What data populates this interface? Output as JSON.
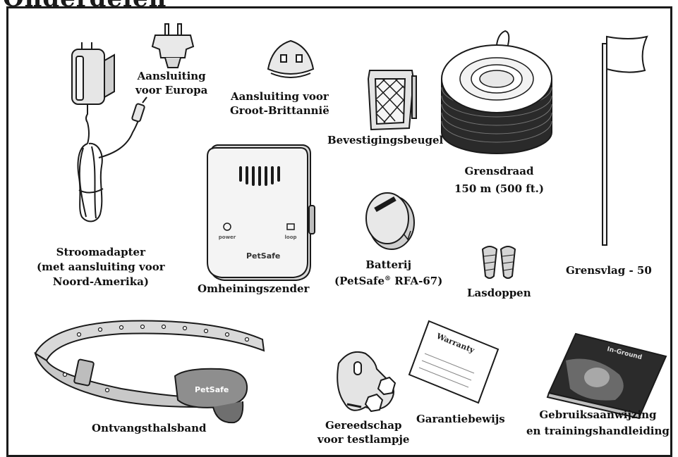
{
  "heading": "Onderdelen",
  "items": {
    "eu_plug": {
      "lines": [
        "Aansluiting",
        "voor Europa"
      ]
    },
    "uk_plug": {
      "lines": [
        "Aansluiting voor",
        "Groot-Brittannië"
      ]
    },
    "bracket": {
      "lines": [
        "Bevestigingsbeugel"
      ]
    },
    "wire": {
      "lines": [
        "Grensdraad",
        "150 m (500 ft.)"
      ]
    },
    "adapter": {
      "lines": [
        "Stroomadapter",
        "(met aansluiting voor",
        "Noord-Amerika)"
      ]
    },
    "transmitter": {
      "lines": [
        "Omheiningszender"
      ],
      "brand": "PetSafe",
      "power": "power",
      "loop": "loop"
    },
    "battery": {
      "name": "Batterij",
      "model_prefix": "(PetSafe",
      "reg": "®",
      "model_suffix": " RFA-67)"
    },
    "wire_nuts": {
      "lines": [
        "Lasdoppen"
      ]
    },
    "flags": {
      "lines": [
        "Grensvlag - 50"
      ]
    },
    "collar": {
      "lines": [
        "Ontvangsthalsband"
      ],
      "brand": "PetSafe"
    },
    "test_tool": {
      "lines": [
        "Gereedschap",
        "voor testlampje"
      ]
    },
    "warranty": {
      "lines": [
        "Garantiebewijs"
      ],
      "card_text": "Warranty"
    },
    "manual": {
      "lines": [
        "Gebruiksaanwijzing",
        "en trainingshandleiding"
      ],
      "cover_text": "In-Ground"
    }
  }
}
